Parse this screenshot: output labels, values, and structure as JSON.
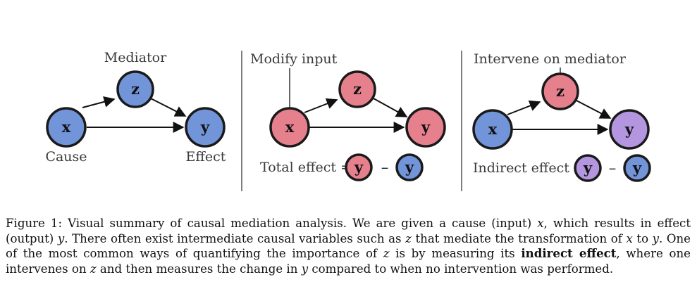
{
  "colors": {
    "blue": "#7294d8",
    "red": "#e6808d",
    "purple": "#b495e0",
    "outline": "#1a1a1a",
    "divider": "#555555"
  },
  "panel1": {
    "mediator_label": "Mediator",
    "cause_label": "Cause",
    "effect_label": "Effect",
    "node_x": "x",
    "node_z": "z",
    "node_y": "y"
  },
  "panel2": {
    "title": "Modify input",
    "node_x": "x",
    "node_z": "z",
    "node_y": "y",
    "equation_label": "Total effect =",
    "eq_left": "y",
    "eq_minus": "–",
    "eq_right": "y"
  },
  "panel3": {
    "title": "Intervene on mediator",
    "node_x": "x",
    "node_z": "z",
    "node_y": "y",
    "equation_label": "Indirect effect =",
    "eq_left": "y",
    "eq_minus": "–",
    "eq_right": "y"
  },
  "caption": {
    "lead": "Figure 1: Visual summary of causal mediation analysis. We are given a cause (input) ",
    "v_x1": "x",
    "t1": ", which results in effect (output) ",
    "v_y1": "y",
    "t2": ". There often exist intermediate causal variables such as ",
    "v_z1": "z",
    "t3": " that mediate the transformation of ",
    "v_x2": "x",
    "t4": " to ",
    "v_y2": "y",
    "t5": ". One of the most common ways of quantifying the importance of ",
    "v_z2": "z",
    "t6": " is by measuring its ",
    "bold": "indirect effect",
    "t7": ", where one intervenes on ",
    "v_z3": "z",
    "t8": " and then measures the change in ",
    "v_y3": "y",
    "t9": " compared to when no intervention was performed."
  }
}
